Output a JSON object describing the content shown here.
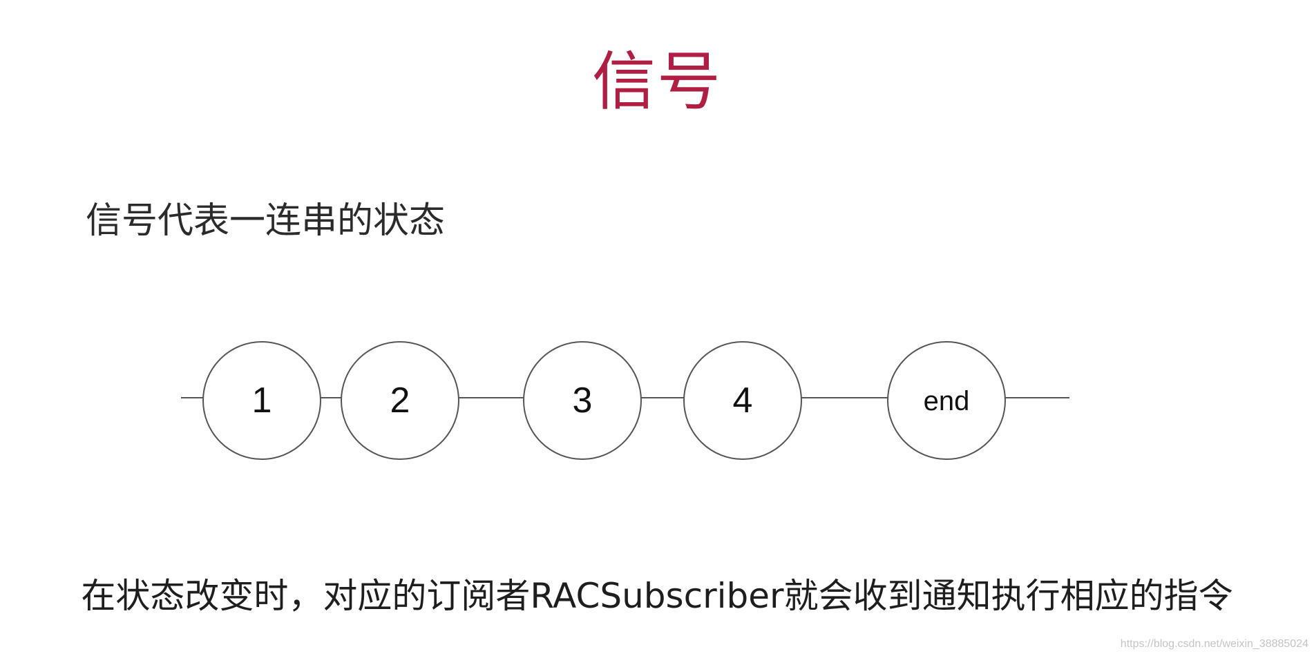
{
  "slide": {
    "title": "信号",
    "subtitle": "信号代表一连串的状态",
    "caption": "在状态改变时，对应的订阅者RACSubscriber就会收到通知执行相应的指令",
    "watermark": "https://blog.csdn.net/weixin_38885024"
  },
  "diagram": {
    "nodes": [
      {
        "id": "n1",
        "label": "1"
      },
      {
        "id": "n2",
        "label": "2"
      },
      {
        "id": "n3",
        "label": "3"
      },
      {
        "id": "n4",
        "label": "4"
      },
      {
        "id": "nend",
        "label": "end"
      }
    ]
  },
  "colors": {
    "title": "#b11e43",
    "stroke": "#555555",
    "text": "#1e1e1e"
  }
}
